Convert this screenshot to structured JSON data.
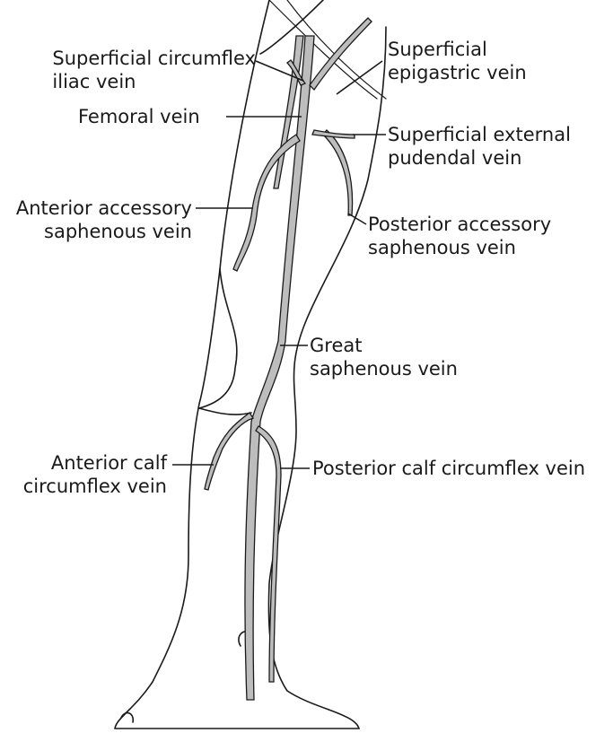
{
  "labels": {
    "sup_circumflex_iliac": [
      "Superficial circumflex",
      "iliac vein"
    ],
    "femoral": [
      "Femoral vein"
    ],
    "sup_epigastric": [
      "Superficial",
      "epigastric vein"
    ],
    "sup_ext_pudendal": [
      "Superficial external",
      "pudendal vein"
    ],
    "ant_accessory": [
      "Anterior accessory",
      "saphenous vein"
    ],
    "post_accessory": [
      "Posterior accessory",
      "saphenous vein"
    ],
    "great_saphenous": [
      "Great",
      "saphenous vein"
    ],
    "ant_calf": [
      "Anterior calf",
      "circumflex vein"
    ],
    "post_calf": [
      "Posterior calf circumflex vein"
    ]
  },
  "colors": {
    "outline": "#1a1a1a",
    "vein_fill": "#bdbdbd",
    "text": "#1a1a1a"
  }
}
